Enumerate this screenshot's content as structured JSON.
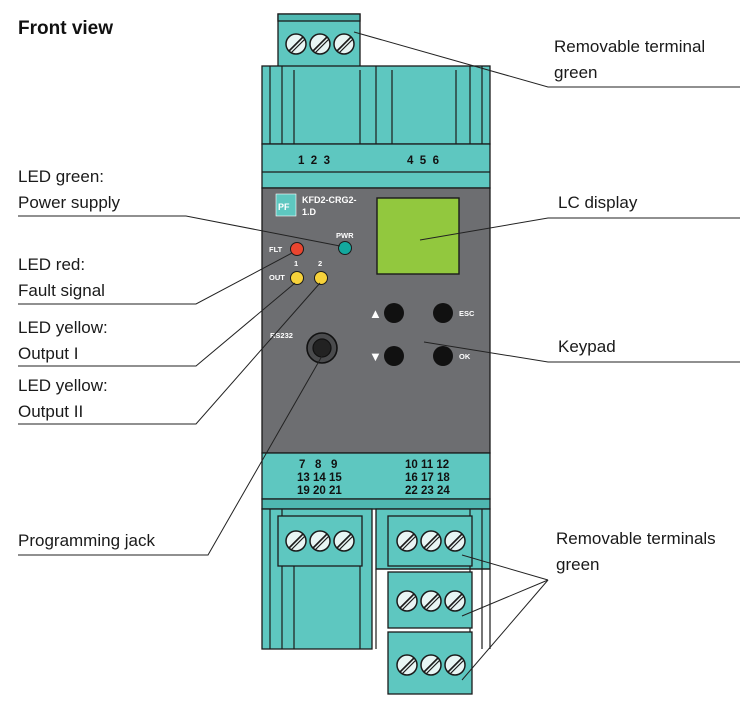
{
  "title": "Front view",
  "labels": {
    "terminal_top_1": "Removable terminal",
    "terminal_top_2": "green",
    "led_green_1": "LED green:",
    "led_green_2": "Power supply",
    "led_red_1": "LED red:",
    "led_red_2": "Fault signal",
    "led_y1_1": "LED yellow:",
    "led_y1_2": "Output I",
    "led_y2_1": "LED yellow:",
    "led_y2_2": "Output II",
    "lc_display": "LC display",
    "keypad": "Keypad",
    "prog_jack": "Programming jack",
    "terminals_bottom_1": "Removable terminals",
    "terminals_bottom_2": "green"
  },
  "device": {
    "model_1": "KFD2-CRG2-",
    "model_2": "1.D",
    "logo": "PF",
    "flt": "FLT",
    "pwr": "PWR",
    "out": "OUT",
    "out1": "1",
    "out2": "2",
    "rs232": "RS232",
    "esc": "ESC",
    "ok": "OK",
    "up_arrow": "▲",
    "down_arrow": "▼",
    "top_nums_left": "1  2  3",
    "top_nums_right": "4  5  6",
    "bottom_left_row1": "7   8   9",
    "bottom_left_row2": "13 14 15",
    "bottom_left_row3": "19 20 21",
    "bottom_right_row1": "10 11 12",
    "bottom_right_row2": "16 17 18",
    "bottom_right_row3": "22 23 24"
  },
  "colors": {
    "housing": "#5ec7c0",
    "panel": "#6d6e71",
    "display": "#92c83e",
    "led_red": "#e9452f",
    "led_green": "#13a89e",
    "led_yellow": "#f7d23a",
    "key": "#111111"
  }
}
